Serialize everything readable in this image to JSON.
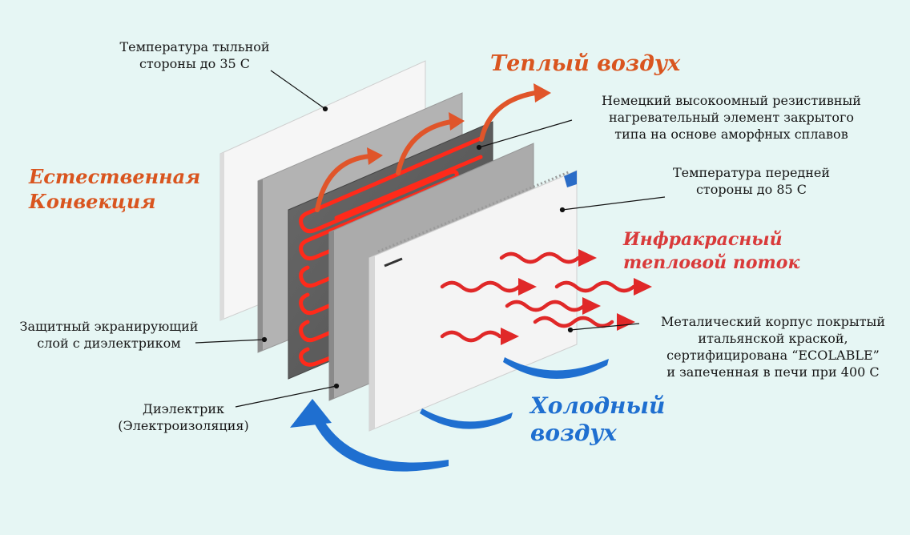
{
  "colors": {
    "background": "#e6f6f4",
    "warm_text": "#d9551f",
    "warm_arrow": "#e0552a",
    "infrared": "#e02828",
    "cold": "#1f6fd0",
    "heater_element": "#ff2a1a",
    "element_board": "#5e5e5e",
    "dielectric": "#a9a9a9",
    "panel_white": "#f4f4f4"
  },
  "labels": {
    "back_temp": [
      "Температура тыльной",
      "стороны до 35 С"
    ],
    "warm_air": "Теплый воздух",
    "heating_element": [
      "Немецкий высокоомный резистивный",
      "нагревательный элемент закрытого",
      "типа на основе аморфных сплавов"
    ],
    "natural_convection": [
      "Естественная",
      "Конвекция"
    ],
    "front_temp": [
      "Температура передней",
      "стороны до 85 С"
    ],
    "infrared_flow": [
      "Инфракрасный",
      "тепловой поток"
    ],
    "shield_layer": [
      "Защитный экранирующий",
      "слой с диэлектриком"
    ],
    "metal_case": [
      "Металический корпус покрытый",
      "итальянской краской,",
      "сертифицирована “ECOLABLE”",
      "и запеченная в печи при 400 С"
    ],
    "dielectric": [
      "Диэлектрик",
      "(Электроизоляция)"
    ],
    "cold_air": [
      "Холодный",
      "воздух"
    ]
  }
}
